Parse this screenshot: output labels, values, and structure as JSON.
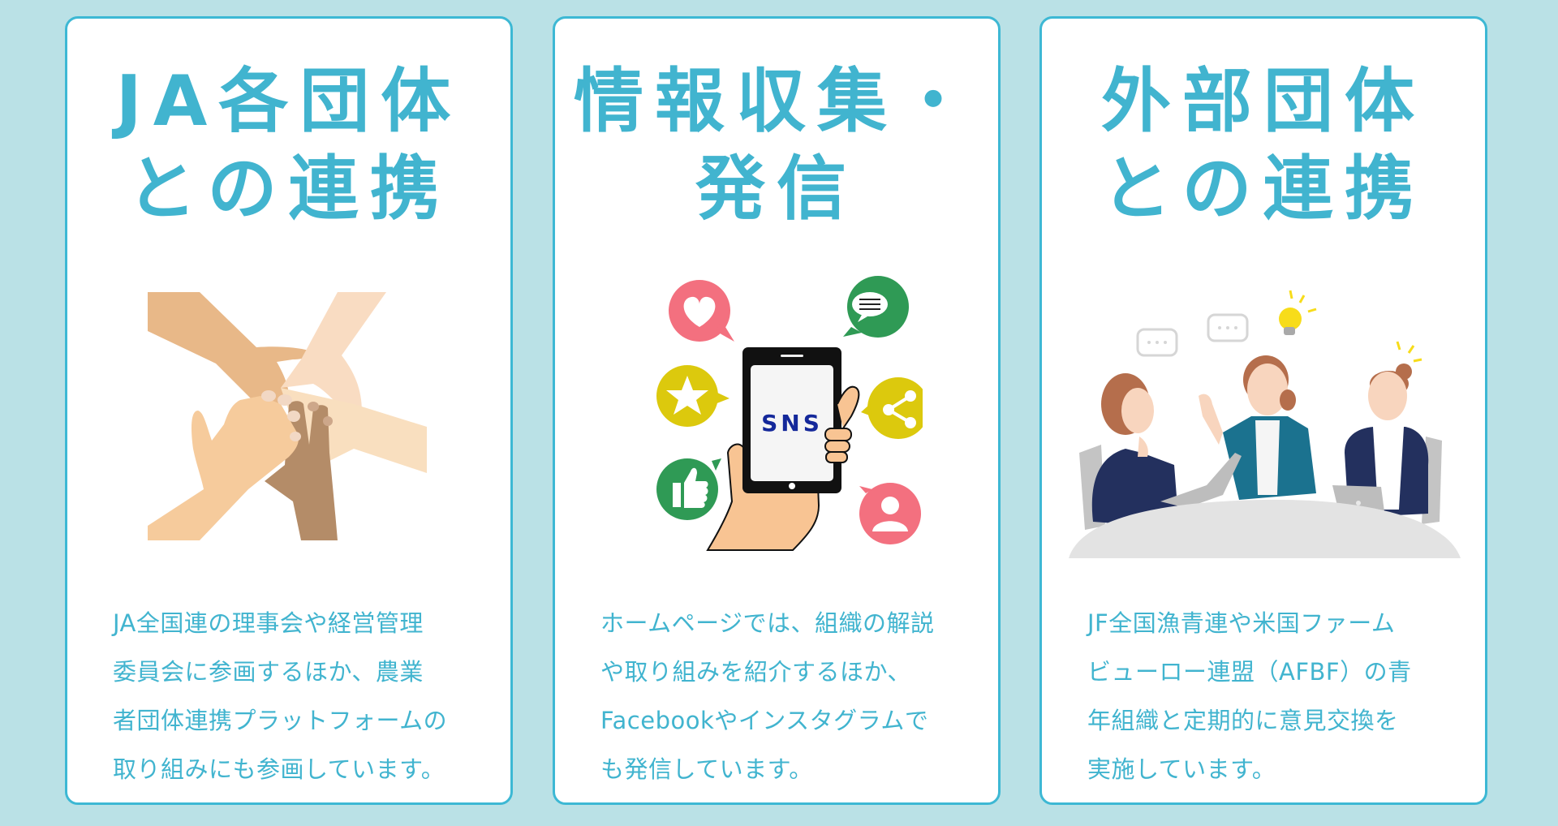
{
  "colors": {
    "background": "#bae1e6",
    "card_border": "#3db8d4",
    "accent_text": "#41b4cf",
    "card_background": "#ffffff"
  },
  "cards": [
    {
      "title_lines": [
        "JA各団体",
        "との連携"
      ],
      "illustration": "stacked-hands-illustration",
      "body_lines": [
        "JA全国連の理事会や経営管理",
        "委員会に参画するほか、農業",
        "者団体連携プラットフォームの",
        "取り組みにも参画しています。"
      ]
    },
    {
      "title_lines": [
        "情報収集・",
        "発信"
      ],
      "illustration": "sns-smartphone-illustration",
      "phone_screen_text": "SNS",
      "body_lines": [
        "ホームページでは、組織の解説",
        "や取り組みを紹介するほか、",
        "Facebookやインスタグラムで",
        "も発信しています。"
      ]
    },
    {
      "title_lines": [
        "外部団体",
        "との連携"
      ],
      "illustration": "team-meeting-illustration",
      "body_lines": [
        "JF全国漁青連や米国ファーム",
        "ビューロー連盟（AFBF）の青",
        "年組織と定期的に意見交換を",
        "実施しています。"
      ]
    }
  ]
}
